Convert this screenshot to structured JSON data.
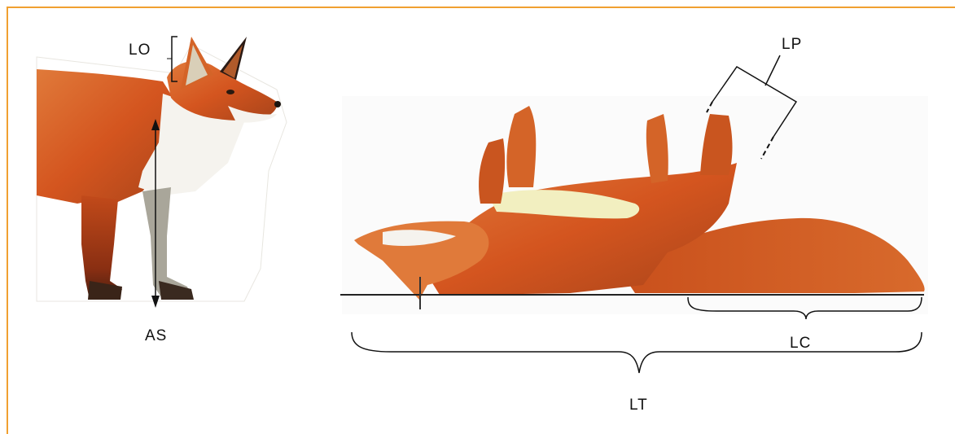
{
  "labels": {
    "lo": "LO",
    "as": "AS",
    "lp": "LP",
    "lc": "LC",
    "lt": "LT"
  },
  "colors": {
    "border": "#f0a030",
    "fur": "#d4551f",
    "fur_dark": "#9a3412",
    "fur_light": "#e8894a",
    "belly": "#f2efc0",
    "white": "#f5f3ee",
    "grey_leg": "#a9a69a",
    "ink": "#111111"
  }
}
